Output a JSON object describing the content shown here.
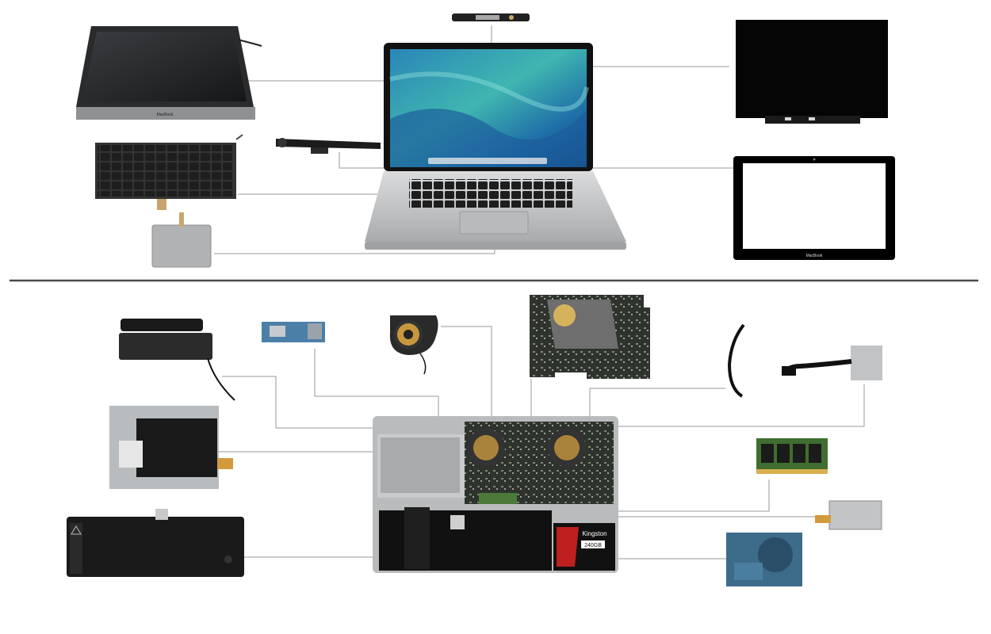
{
  "diagram": {
    "upper_section": {
      "parts": [
        {
          "id": "display-assembly",
          "icon": "display-assembly-icon"
        },
        {
          "id": "camera-board",
          "icon": "camera-board-icon"
        },
        {
          "id": "lcd-panel",
          "icon": "lcd-panel-icon"
        },
        {
          "id": "keyboard",
          "icon": "keyboard-icon"
        },
        {
          "id": "hinge-cable-bracket",
          "icon": "hinge-bracket-icon"
        },
        {
          "id": "glass-bezel",
          "icon": "glass-bezel-icon"
        },
        {
          "id": "trackpad",
          "icon": "trackpad-icon"
        }
      ]
    },
    "lower_section": {
      "parts": [
        {
          "id": "speaker",
          "icon": "speaker-icon"
        },
        {
          "id": "airport-card",
          "icon": "airport-card-icon"
        },
        {
          "id": "cooling-fan",
          "icon": "fan-icon"
        },
        {
          "id": "logic-board",
          "icon": "logic-board-icon"
        },
        {
          "id": "flex-cable",
          "icon": "flex-cable-icon"
        },
        {
          "id": "dc-in-board",
          "icon": "dc-in-board-icon"
        },
        {
          "id": "optical-drive",
          "icon": "optical-drive-icon"
        },
        {
          "id": "ram-module",
          "icon": "ram-module-icon"
        },
        {
          "id": "battery",
          "icon": "battery-icon"
        },
        {
          "id": "drive-caddy",
          "icon": "drive-caddy-icon"
        },
        {
          "id": "hard-drive",
          "icon": "hard-drive-icon"
        }
      ]
    },
    "labels": {
      "display_logo": "MacBook",
      "bezel_logo": "MacBook",
      "ssd_brand": "Kingston",
      "ssd_capacity": "240GB"
    },
    "colors": {
      "divider": "#4a4a4a",
      "leader_line": "#9a9a9a",
      "aluminum": "#c9cbcd",
      "screen_blue": "#2a86b8",
      "screen_teal": "#3fb6b0",
      "black": "#111111",
      "pcb_dark": "#2c2e2b",
      "pcb_green": "#4b7a3a"
    }
  }
}
